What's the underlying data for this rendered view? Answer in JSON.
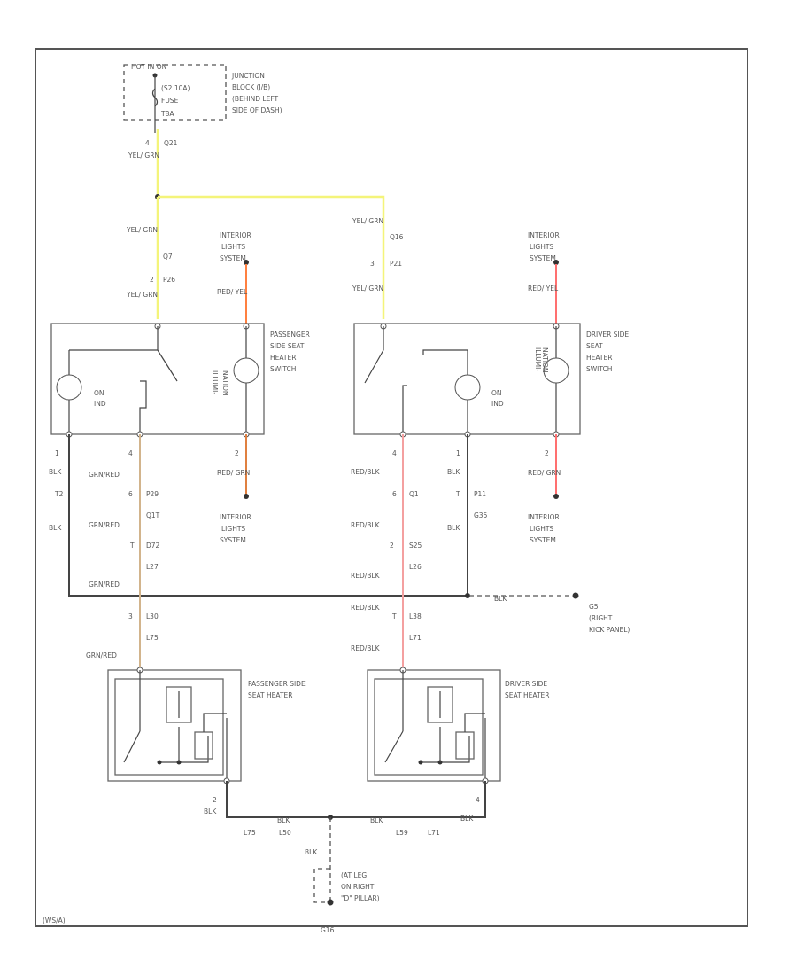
{
  "fuse_block": {
    "header": "HOT IN ON",
    "fuse_rating": "(S2 10A)",
    "fuse_word": "FUSE",
    "terminal": "T8A",
    "location_line1": "JUNCTION",
    "location_line2": "BLOCK (J/B)",
    "location_line3": "(BEHIND LEFT",
    "location_line4": "SIDE OF DASH)"
  },
  "supply": {
    "pin": "4",
    "connector": "Q21",
    "wire": "YEL/ GRN"
  },
  "passenger_switch": {
    "label_line1": "PASSENGER",
    "label_line2": "SIDE SEAT",
    "label_line3": "HEATER",
    "label_line4": "SWITCH",
    "indicator_line1": "ON",
    "indicator_line2": "IND",
    "illum_line1": "ILLUMI-",
    "illum_line2": "NATION",
    "input_wire": "YEL/ GRN",
    "input_connector_a": "Q7",
    "input_pin": "2",
    "input_connector_b": "P26",
    "input_wire_2": "YEL/ GRN",
    "lights_top_line1": "INTERIOR",
    "lights_top_line2": "LIGHTS",
    "lights_top_line3": "SYSTEM",
    "lights_top_wire": "RED/ YEL",
    "pin_ground": "1",
    "pin_out": "4",
    "pin_illum": "2",
    "ground_wire": "BLK",
    "ground_connector": "T2",
    "ground_wire_2": "BLK",
    "out_wire_1": "GRN/RED",
    "out_connector_1": "6",
    "out_connector_1b": "P29",
    "out_connector_2": "Q1T",
    "out_wire_2": "GRN/RED",
    "out_connector_3a": "T",
    "out_connector_3b": "D72",
    "out_connector_4": "L27",
    "out_wire_3": "GRN/RED",
    "lights_bottom_wire": "RED/ GRN",
    "lights_bottom_line1": "INTERIOR",
    "lights_bottom_line2": "LIGHTS",
    "lights_bottom_line3": "SYSTEM"
  },
  "driver_switch": {
    "label_line1": "DRIVER SIDE",
    "label_line2": "SEAT",
    "label_line3": "HEATER",
    "label_line4": "SWITCH",
    "indicator_line1": "ON",
    "indicator_line2": "IND",
    "illum_line1": "ILLUMI-",
    "illum_line2": "NATION",
    "input_wire": "YEL/ GRN",
    "input_connector_a": "Q16",
    "input_pin": "3",
    "input_connector_b": "P21",
    "input_wire_2": "YEL/ GRN",
    "lights_top_line1": "INTERIOR",
    "lights_top_line2": "LIGHTS",
    "lights_top_line3": "SYSTEM",
    "lights_top_wire": "RED/ YEL",
    "pin_out": "4",
    "pin_ground": "1",
    "pin_illum": "2",
    "out_wire_1": "RED/BLK",
    "out_connector_1": "6",
    "out_connector_1b": "Q1",
    "ground_wire": "BLK",
    "ground_connector": "T",
    "ground_connector_b": "P11",
    "ground_connector_2": "G35",
    "ground_wire_2": "BLK",
    "out_wire_2": "RED/BLK",
    "out_connector_2a": "2",
    "out_connector_2b": "S25",
    "out_connector_3": "L26",
    "out_wire_3": "RED/BLK",
    "lights_bottom_wire": "RED/ GRN",
    "lights_bottom_line1": "INTERIOR",
    "lights_bottom_line2": "LIGHTS",
    "lights_bottom_line3": "SYSTEM"
  },
  "body_ground": {
    "wire": "BLK",
    "location_line1": "G5",
    "location_line2": "(RIGHT",
    "location_line3": "KICK PANEL)"
  },
  "passenger_heater": {
    "label_line1": "PASSENGER SIDE",
    "label_line2": "SEAT HEATER",
    "in_connector_a": "3",
    "in_connector_b": "L30",
    "in_connector_c": "L75",
    "in_wire": "GRN/RED",
    "ground_pin": "2",
    "ground_wire": "BLK",
    "ground_connector_1": "L75",
    "ground_connector_2": "L50"
  },
  "driver_heater": {
    "label_line1": "DRIVER SIDE",
    "label_line2": "SEAT HEATER",
    "in_wire_1": "RED/BLK",
    "in_connector_a": "T",
    "in_connector_b": "L38",
    "in_connector_c": "L71",
    "in_wire_2": "RED/BLK",
    "ground_pin": "4",
    "ground_wire": "BLK",
    "ground_wire_2": "BLK",
    "ground_connector_1": "L59",
    "ground_connector_2": "L71"
  },
  "seat_ground": {
    "wire": "BLK",
    "wire_2": "BLK",
    "location_line1": "(AT LEG",
    "location_line2": "ON RIGHT",
    "location_line3": "\"D\" PILLAR)",
    "ground_id": "G16"
  },
  "footer": {
    "diagram_id": "(WS/A)"
  }
}
